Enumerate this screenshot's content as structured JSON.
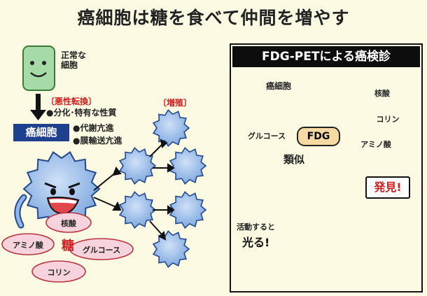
{
  "title": "癌細胞は糖を食べて仲間を増やす",
  "left": {
    "normal_cell_label": "正常な\n細胞",
    "malignant_tag": "〔悪性転換〕",
    "malignant_items": [
      "●分化･特有な性質",
      "●代謝亢進",
      "●膜輸送亢進"
    ],
    "cancer_cell_box": "癌細胞",
    "proliferation_tag": "〔増殖〕",
    "nutrients": [
      "核酸",
      "アミノ酸",
      "糖",
      "グルコース",
      "コリン"
    ]
  },
  "right": {
    "header": "FDG-PETによる癌検診",
    "cancer_cell_label": "癌細胞",
    "nutrients": [
      "核酸",
      "コリン",
      "アミノ酸"
    ],
    "glucose": "グルコース",
    "fdg": "FDG",
    "similar": "類似",
    "active_label_1": "活動すると",
    "active_label_2": "光る!",
    "found": "発見!"
  },
  "colors": {
    "cell_fill": "#8fb7ea",
    "cell_stroke": "#224a8c",
    "nutrient_fill": "#f7d3de",
    "nutrient_stroke": "#b8343f",
    "normal_cell": "#a6dba8",
    "glow": "#fbd35c",
    "accent_red": "#d21e1e",
    "header_bg": "#0d0d0d",
    "label_box": "#1f3f8f"
  }
}
